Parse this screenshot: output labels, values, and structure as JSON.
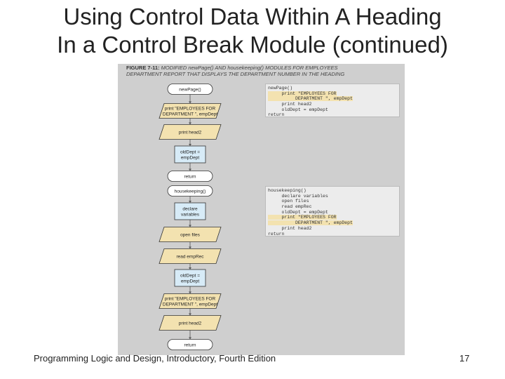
{
  "slide": {
    "title_line1": "Using Control Data Within A Heading",
    "title_line2": "In a Control Break Module (continued)",
    "footer": "Programming Logic and Design, Introductory, Fourth Edition",
    "page_number": "17"
  },
  "figure": {
    "label": "FIGURE 7-11:",
    "caption_line1": "MODIFIED newPage() AND housekeeping() MODULES FOR EMPLOYEES",
    "caption_line2": "DEPARTMENT REPORT THAT DISPLAYS THE DEPARTMENT NUMBER IN THE HEADING",
    "flowchart": [
      {
        "shape": "terminal",
        "lines": [
          "newPage()"
        ]
      },
      {
        "shape": "parallelogram",
        "fill": "#f3e2b0",
        "lines": [
          "print \"EMPLOYEES FOR",
          "DEPARTMENT \", empDept"
        ]
      },
      {
        "shape": "parallelogram",
        "fill": "#f3e2b0",
        "lines": [
          "print head2"
        ]
      },
      {
        "shape": "process",
        "fill": "#d7ebf7",
        "lines": [
          "oldDept =",
          "empDept"
        ]
      },
      {
        "shape": "terminal",
        "lines": [
          "return"
        ]
      },
      {
        "shape": "terminal",
        "lines": [
          "housekeeping()"
        ]
      },
      {
        "shape": "process",
        "fill": "#d7ebf7",
        "lines": [
          "declare",
          "variables"
        ]
      },
      {
        "shape": "parallelogram",
        "fill": "#f3e2b0",
        "lines": [
          "open files"
        ]
      },
      {
        "shape": "parallelogram",
        "fill": "#f3e2b0",
        "lines": [
          "read empRec"
        ]
      },
      {
        "shape": "process",
        "fill": "#d7ebf7",
        "lines": [
          "oldDept =",
          "empDept"
        ]
      },
      {
        "shape": "parallelogram",
        "fill": "#f3e2b0",
        "lines": [
          "print \"EMPLOYEES FOR",
          "DEPARTMENT \", empDept"
        ]
      },
      {
        "shape": "parallelogram",
        "fill": "#f3e2b0",
        "lines": [
          "print head2"
        ]
      },
      {
        "shape": "terminal",
        "lines": [
          "return"
        ]
      }
    ],
    "code1": [
      {
        "text": "newPage()",
        "hl": false
      },
      {
        "text": "     print \"EMPLOYEES FOR",
        "hl": true
      },
      {
        "text": "          DEPARTMENT \", empDept",
        "hl": true
      },
      {
        "text": "     print head2",
        "hl": false
      },
      {
        "text": "     oldDept = empDept",
        "hl": false
      },
      {
        "text": "return",
        "hl": false
      }
    ],
    "code2": [
      {
        "text": "housekeeping()",
        "hl": false
      },
      {
        "text": "     declare variables",
        "hl": false
      },
      {
        "text": "     open files",
        "hl": false
      },
      {
        "text": "     read empRec",
        "hl": false
      },
      {
        "text": "     oldDept = empDept",
        "hl": false
      },
      {
        "text": "     print \"EMPLOYEES FOR",
        "hl": true
      },
      {
        "text": "          DEPARTMENT \", empDept",
        "hl": true
      },
      {
        "text": "     print head2",
        "hl": false
      },
      {
        "text": "return",
        "hl": false
      }
    ]
  }
}
